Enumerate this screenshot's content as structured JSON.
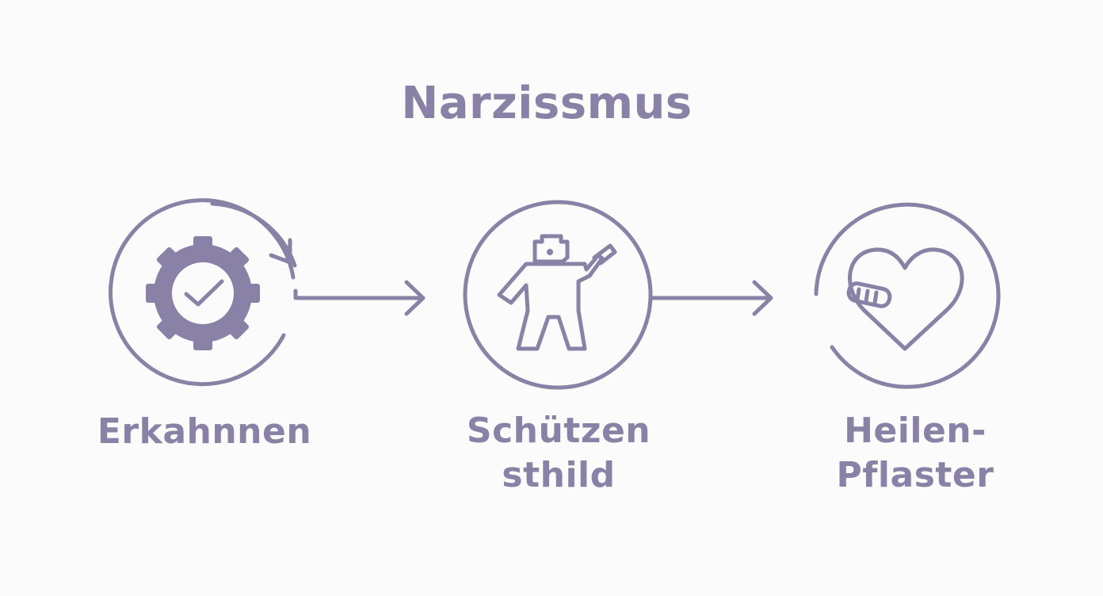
{
  "colors": {
    "accent": "#8a82a6",
    "background": "#fbfbfb"
  },
  "title": "Narzissmus",
  "steps": [
    {
      "icon": "gear-check-cycle-icon",
      "lines": [
        "Erkahnnen"
      ]
    },
    {
      "icon": "robot-figure-icon",
      "lines": [
        "Schützen",
        "sthild"
      ]
    },
    {
      "icon": "heart-bandage-icon",
      "lines": [
        "Heilen-",
        "Pflaster"
      ]
    }
  ]
}
